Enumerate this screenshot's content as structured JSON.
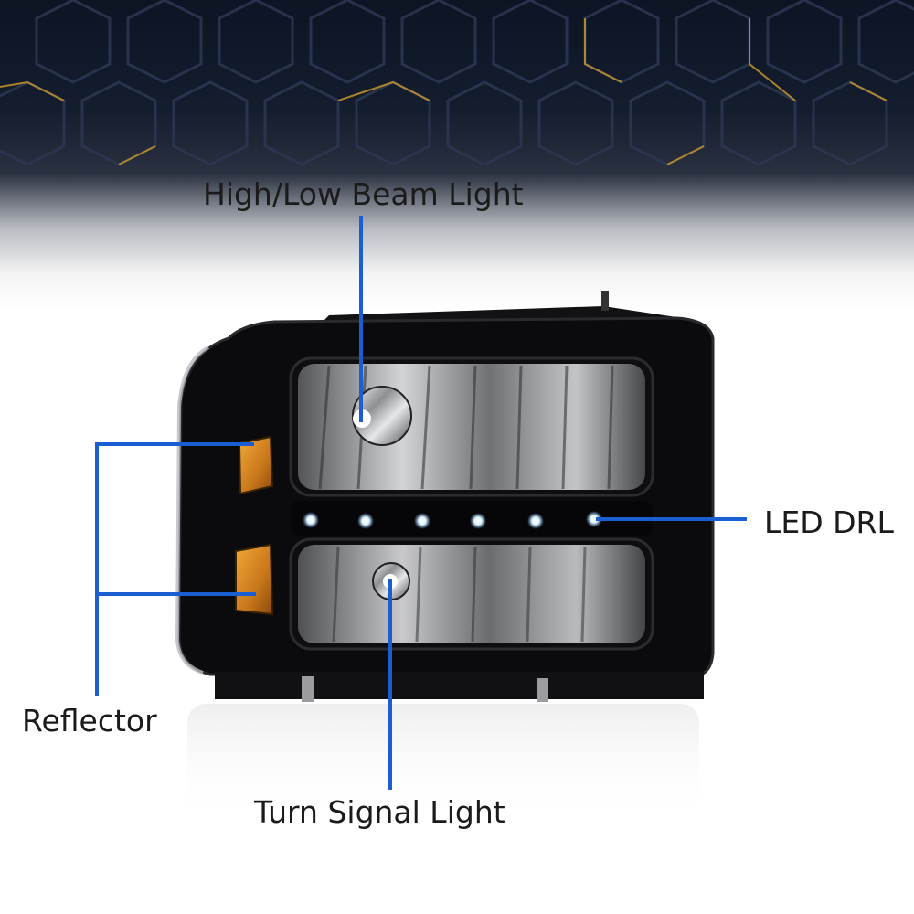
{
  "callouts": {
    "high_low_beam": "High/Low Beam Light",
    "led_drl": "LED DRL",
    "reflector": "Reflector",
    "turn_signal": "Turn Signal Light"
  },
  "colors": {
    "leader_line": "#1a5fd1",
    "housing": "#0b0b0d",
    "amber": "#d98a1e",
    "background_top": "#0d1524",
    "hex_accent": "#c8952a"
  },
  "icons": [
    "headlight-assembly-image",
    "hexagon-pattern-background"
  ]
}
